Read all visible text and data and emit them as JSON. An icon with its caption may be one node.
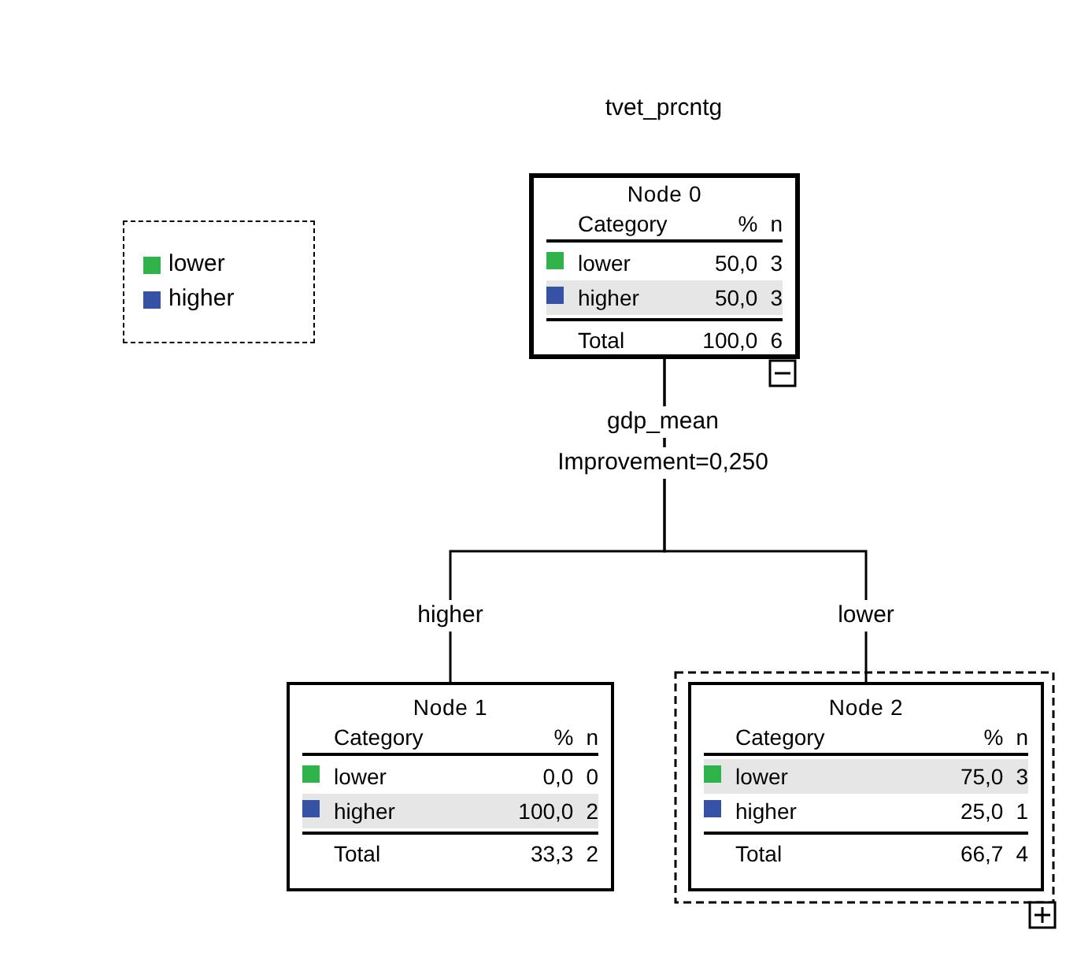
{
  "diagram": {
    "title": "tvet_prcntg",
    "nodes": [
      {
        "text": [
          "Node 0",
          "Category",
          "%",
          "n",
          "lower",
          "50,0",
          "3",
          "higher",
          "50,0",
          "3",
          "Total",
          "100,0",
          "6"
        ]
      },
      {
        "text": [
          "Node 1",
          "Category",
          "%",
          "n",
          "lower",
          "0,0",
          "0",
          "higher",
          "100,0",
          "2",
          "Total",
          "33,3",
          "2"
        ]
      },
      {
        "text": [
          "Node 2",
          "Category",
          "%",
          "n",
          "lower",
          "75,0",
          "3",
          "higher",
          "25,0",
          "1",
          "Total",
          "66,7",
          "4"
        ]
      }
    ],
    "edges": [
      {
        "from": 0,
        "to": 1,
        "arrow": "none",
        "label": "higher"
      },
      {
        "from": 0,
        "to": 2,
        "arrow": "none",
        "label": "lower"
      }
    ],
    "labels": [
      "gdp_mean",
      "Improvement=0,250"
    ],
    "legend": [
      {
        "text": "lower",
        "color": "#2fb34a"
      },
      {
        "text": "higher",
        "color": "#3552a4"
      }
    ]
  }
}
